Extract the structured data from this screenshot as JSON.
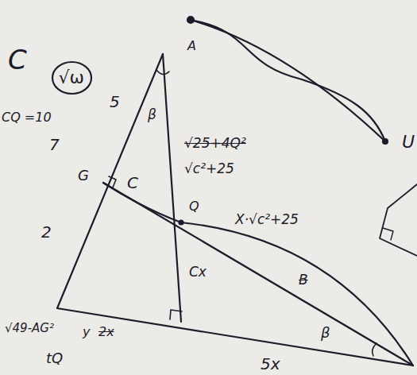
{
  "diagram": {
    "nodes": [
      {
        "text": [
          "√ω"
        ]
      }
    ],
    "labels": [
      "C",
      "CQ =10",
      "7",
      "5",
      "A",
      "β",
      "√25+4Q²",
      "√c²+25",
      "G",
      "C",
      "Q",
      "2",
      "X·√c²+25",
      "B",
      "Cx",
      "√49-AG²",
      "y",
      "2x",
      "β",
      "5x",
      "tQ",
      "U"
    ]
  }
}
